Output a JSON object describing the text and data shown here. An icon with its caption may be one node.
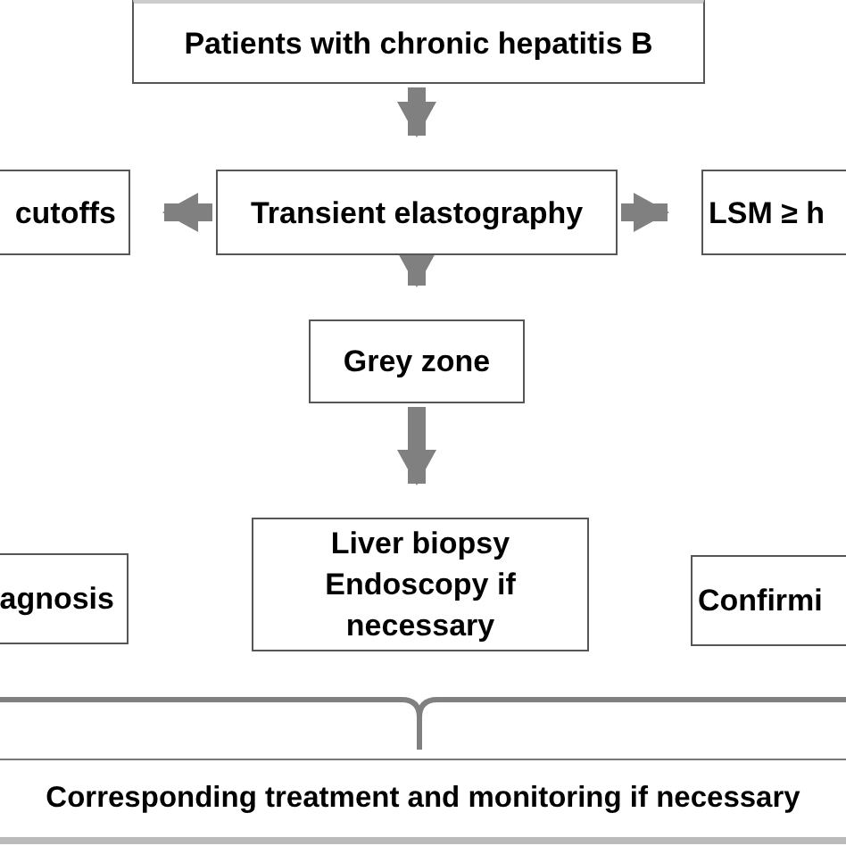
{
  "diagram": {
    "nodes": [
      {
        "text": [
          "Patients with chronic hepatitis B"
        ]
      },
      {
        "text": [
          "cutoffs"
        ]
      },
      {
        "text": [
          "Transient elastography"
        ]
      },
      {
        "text": [
          "LSM ≥ h"
        ]
      },
      {
        "text": [
          "Grey zone"
        ]
      },
      {
        "text": [
          "agnosis"
        ]
      },
      {
        "text": [
          "Liver biopsy Endoscopy if necessary"
        ]
      },
      {
        "text": [
          "Confirmi"
        ]
      },
      {
        "text": [
          "Corresponding treatment and monitoring if necessary"
        ]
      }
    ],
    "edges": [
      {
        "from": 0,
        "to": 2,
        "arrow": "to"
      },
      {
        "from": 2,
        "to": 1,
        "arrow": "to"
      },
      {
        "from": 2,
        "to": 3,
        "arrow": "to"
      },
      {
        "from": 2,
        "to": 4,
        "arrow": "to"
      },
      {
        "from": 4,
        "to": 6,
        "arrow": "to"
      }
    ]
  }
}
